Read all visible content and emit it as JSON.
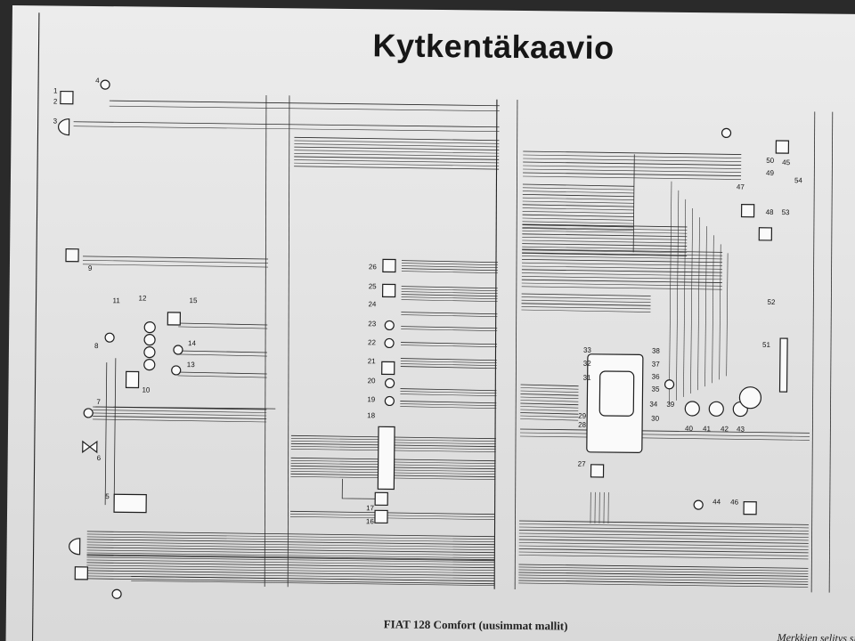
{
  "title": "Kytkentäkaavio",
  "caption": "FIAT 128 Comfort (uusimmat mallit)",
  "footnote": "Merkkien selitys siv",
  "component_numbers": [
    "1",
    "2",
    "3",
    "4",
    "5",
    "6",
    "7",
    "8",
    "9",
    "10",
    "11",
    "12",
    "13",
    "14",
    "15",
    "16",
    "17",
    "18",
    "19",
    "20",
    "21",
    "22",
    "23",
    "24",
    "25",
    "26",
    "27",
    "28",
    "29",
    "30",
    "31",
    "32",
    "33",
    "34",
    "35",
    "36",
    "37",
    "38",
    "39",
    "40",
    "41",
    "42",
    "43",
    "44",
    "45",
    "46",
    "47",
    "48",
    "49",
    "50",
    "51",
    "52",
    "53",
    "54"
  ]
}
